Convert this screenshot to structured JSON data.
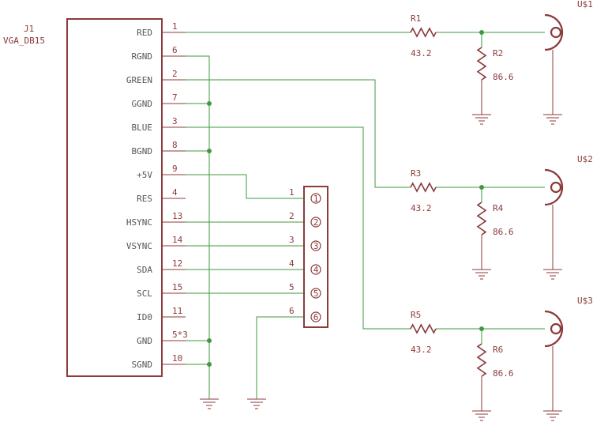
{
  "connector": {
    "ref": "J1",
    "value": "VGA_DB15",
    "pins": [
      {
        "name": "RED",
        "num": "1"
      },
      {
        "name": "RGND",
        "num": "6"
      },
      {
        "name": "GREEN",
        "num": "2"
      },
      {
        "name": "GGND",
        "num": "7"
      },
      {
        "name": "BLUE",
        "num": "3"
      },
      {
        "name": "BGND",
        "num": "8"
      },
      {
        "name": "+5V",
        "num": "9"
      },
      {
        "name": "RES",
        "num": "4"
      },
      {
        "name": "HSYNC",
        "num": "13"
      },
      {
        "name": "VSYNC",
        "num": "14"
      },
      {
        "name": "SDA",
        "num": "12"
      },
      {
        "name": "SCL",
        "num": "15"
      },
      {
        "name": "ID0",
        "num": "11"
      },
      {
        "name": "GND",
        "num": "5*3"
      },
      {
        "name": "SGND",
        "num": "10"
      }
    ]
  },
  "header": {
    "pins": [
      "1",
      "2",
      "3",
      "4",
      "5",
      "6"
    ]
  },
  "channels": [
    {
      "series_ref": "R1",
      "series_val": "43.2",
      "shunt_ref": "R2",
      "shunt_val": "86.6",
      "jack": "U$1"
    },
    {
      "series_ref": "R3",
      "series_val": "43.2",
      "shunt_ref": "R4",
      "shunt_val": "86.6",
      "jack": "U$2"
    },
    {
      "series_ref": "R5",
      "series_val": "43.2",
      "shunt_ref": "R6",
      "shunt_val": "86.6",
      "jack": "U$3"
    }
  ]
}
